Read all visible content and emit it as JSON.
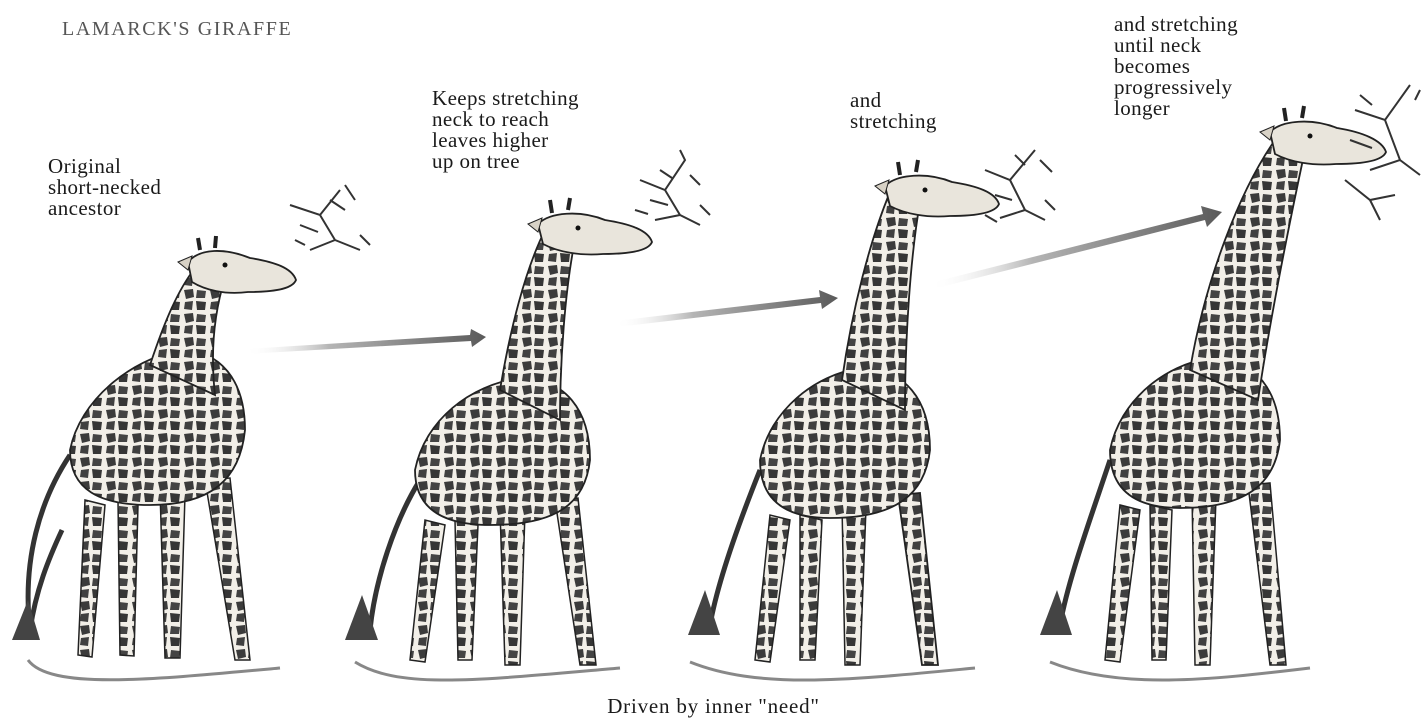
{
  "title": "LAMARCK'S GIRAFFE",
  "caption": "Driven by inner \"need\"",
  "stages": [
    {
      "label": "Original\nshort-necked\nancestor"
    },
    {
      "label": "Keeps stretching\nneck to reach\nleaves higher\nup on tree"
    },
    {
      "label": "and\nstretching"
    },
    {
      "label": "and stretching\nuntil neck\nbecomes\nprogressively\nlonger"
    }
  ],
  "colors": {
    "ink": "#1c1c1c",
    "coat": "#f2efe8",
    "patch": "#3b3b3b",
    "arrow": "#6b6b6b"
  }
}
